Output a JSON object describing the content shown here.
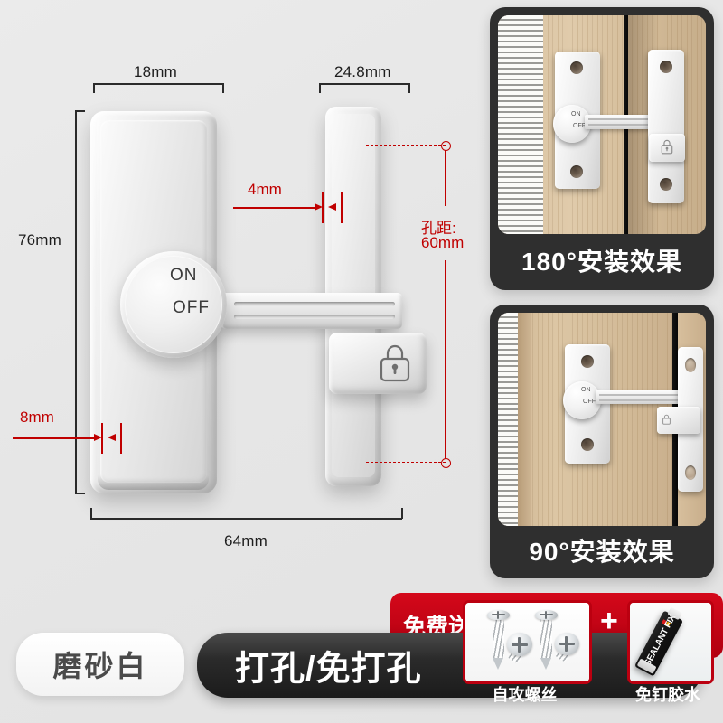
{
  "background_color": "#e9e9e9",
  "accent_red": "#c00000",
  "dark_pill": "#1b1b1b",
  "banner_red": "#c20012",
  "diagram": {
    "dimensions": {
      "left_plate_width": "18mm",
      "right_plate_width": "24.8mm",
      "total_height": "76mm",
      "total_width": "64mm",
      "gap": "4mm",
      "edge_offset": "8mm",
      "hole_spacing": "孔距:\n60mm",
      "hole_spacing_line1": "孔距:",
      "hole_spacing_line2": "60mm"
    },
    "knob": {
      "on_label": "ON",
      "off_label": "OFF"
    },
    "catch_icon": "padlock-icon"
  },
  "install_cards": [
    {
      "caption": "180°安装效果",
      "knob_on": "ON",
      "knob_off": "OFF",
      "icon": "padlock-icon"
    },
    {
      "caption": "90°安装效果",
      "knob_on": "ON",
      "knob_off": "OFF",
      "icon": "padlock-icon"
    }
  ],
  "bottom": {
    "color_pill": "磨砂白",
    "mode_pill": "打孔/免打孔",
    "gift_label": "免费送",
    "plus_sign": "+",
    "gifts": [
      {
        "caption": "自攻螺丝",
        "image": "screws-image"
      },
      {
        "caption": "免钉胶水",
        "image": "glue-tube-image",
        "tube_text": "SEALANT FIX"
      }
    ]
  }
}
